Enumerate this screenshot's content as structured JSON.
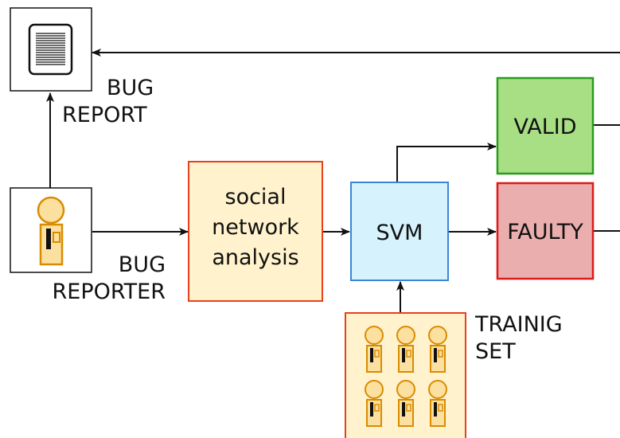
{
  "labels": {
    "bug_report": [
      "BUG",
      "REPORT"
    ],
    "bug_reporter": [
      "BUG",
      "REPORTER"
    ],
    "training_set": [
      "TRAINIG",
      "SET"
    ]
  },
  "boxes": {
    "sna": [
      "social",
      "network",
      "analysis"
    ],
    "svm": "SVM",
    "valid": "VALID",
    "faulty": "FAULTY"
  },
  "colors": {
    "sna_fill": "#fff2cc",
    "sna_stroke": "#e8401c",
    "svm_fill": "#d6f3fd",
    "svm_stroke": "#3a86d6",
    "valid_fill": "#a8de84",
    "valid_stroke": "#2a9b1f",
    "faulty_fill": "#eaaeae",
    "faulty_stroke": "#e01818",
    "person_fill": "#fbe0a0",
    "person_stroke": "#d98c00"
  }
}
